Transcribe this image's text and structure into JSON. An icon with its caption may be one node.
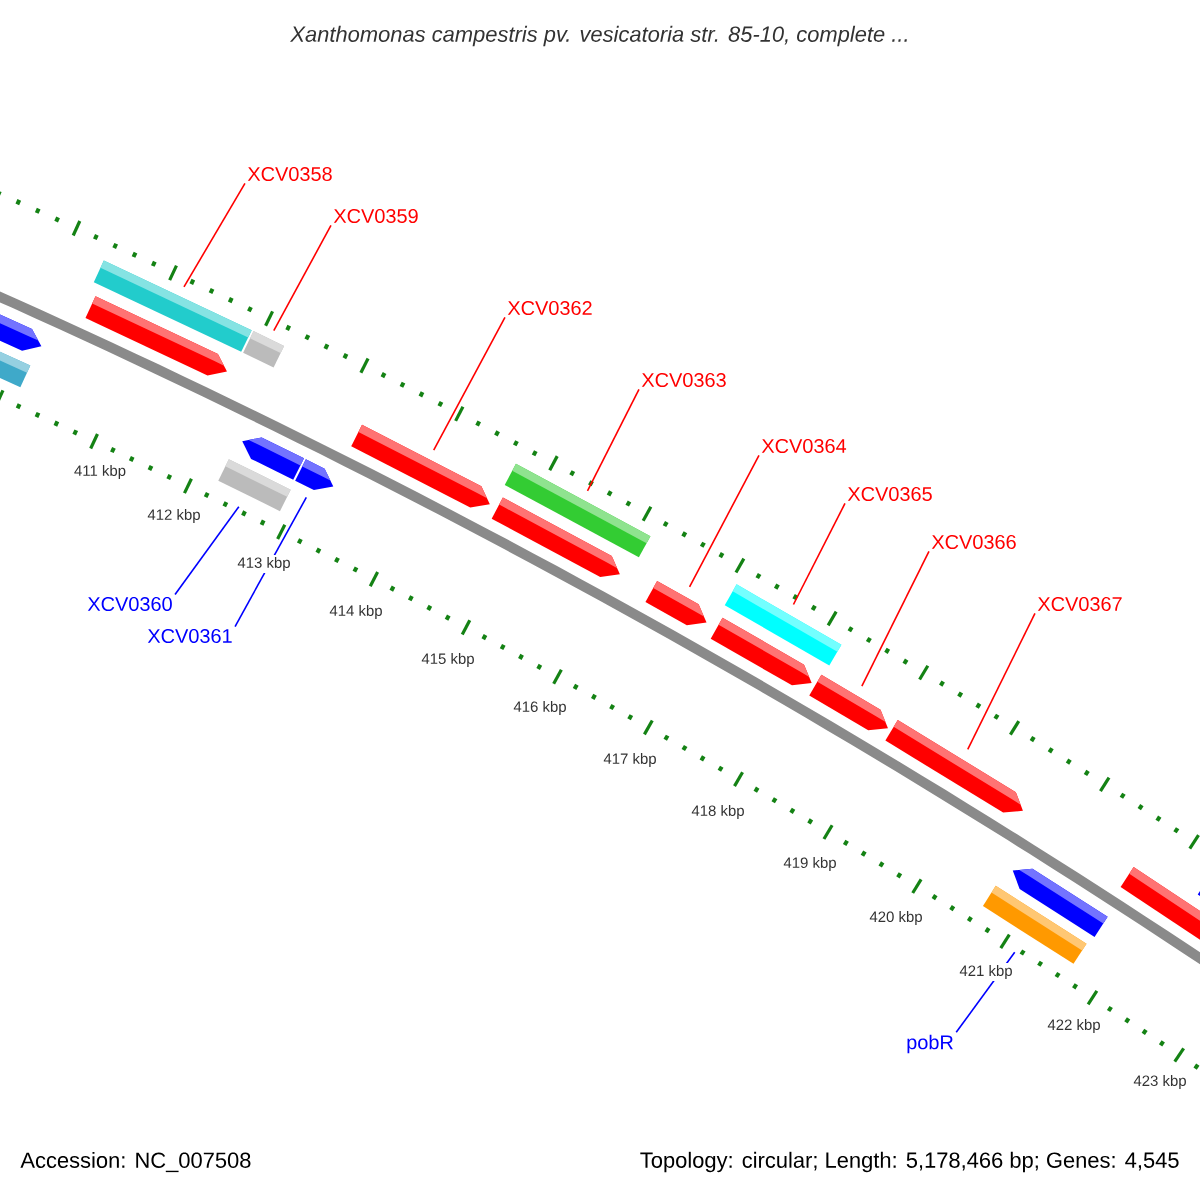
{
  "diagram": {
    "title": "Xanthomonas campestris pv. vesicatoria str. 85-10, complete ...",
    "nodes": [
      {
        "text": [
          "XCV0358"
        ]
      },
      {
        "text": [
          "XCV0359"
        ]
      },
      {
        "text": [
          "XCV0362"
        ]
      },
      {
        "text": [
          "XCV0363"
        ]
      },
      {
        "text": [
          "XCV0364"
        ]
      },
      {
        "text": [
          "XCV0365"
        ]
      },
      {
        "text": [
          "XCV0366"
        ]
      },
      {
        "text": [
          "XCV0367"
        ]
      },
      {
        "text": [
          "XCV0360"
        ]
      },
      {
        "text": [
          "XCV0361"
        ]
      },
      {
        "text": [
          "pobR"
        ]
      },
      {
        "text": [],
        "shape": "box"
      },
      {
        "text": [],
        "shape": "box"
      },
      {
        "text": [],
        "shape": "box"
      },
      {
        "text": [],
        "shape": "pentagon"
      },
      {
        "text": [],
        "shape": "pentagon"
      },
      {
        "text": [],
        "shape": "box"
      },
      {
        "text": [],
        "shape": "pentagon"
      },
      {
        "text": [],
        "shape": "box"
      },
      {
        "text": [],
        "shape": "pentagon"
      },
      {
        "text": [],
        "shape": "pentagon"
      },
      {
        "text": [],
        "shape": "box"
      }
    ],
    "edges": [
      {
        "from": 0,
        "to": 11,
        "arrow": "none"
      },
      {
        "from": 1,
        "to": 12,
        "arrow": "none"
      },
      {
        "from": 2,
        "to": 15,
        "arrow": "none"
      },
      {
        "from": 3,
        "to": 16,
        "arrow": "none"
      },
      {
        "from": 4,
        "to": 17,
        "arrow": "none"
      },
      {
        "from": 5,
        "to": 18,
        "arrow": "none"
      },
      {
        "from": 6,
        "to": 19,
        "arrow": "none"
      },
      {
        "from": 7,
        "to": 20,
        "arrow": "none"
      },
      {
        "from": 8,
        "to": 13,
        "arrow": "none",
        "color": "#0000ff"
      },
      {
        "from": 9,
        "to": 14,
        "arrow": "none",
        "color": "#0000ff"
      },
      {
        "from": 10,
        "to": 21,
        "arrow": "none",
        "color": "#0000ff"
      }
    ],
    "labels": [
      "411 kbp",
      "412 kbp",
      "413 kbp",
      "414 kbp",
      "415 kbp",
      "416 kbp",
      "417 kbp",
      "418 kbp",
      "419 kbp",
      "420 kbp",
      "421 kbp",
      "422 kbp",
      "423 kbp",
      "Accession: NC_007508",
      "Topology: circular; Length: 5,178,466 bp; Genes: 4,545"
    ]
  }
}
